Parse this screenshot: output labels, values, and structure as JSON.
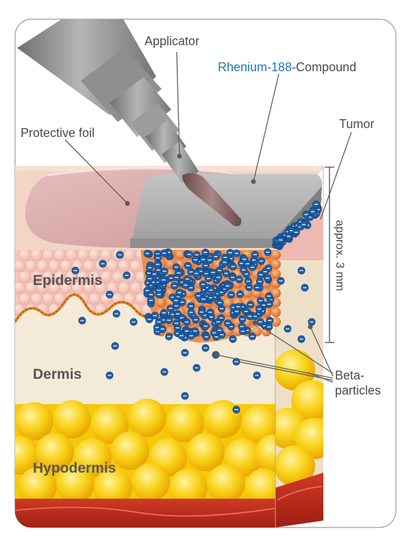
{
  "labels": {
    "applicator": "Applicator",
    "compound_isotope": "Rhenium-188",
    "compound_rest": "-Compound",
    "tumor": "Tumor",
    "protective_foil": "Protective foil",
    "depth": "approx. 3 mm",
    "epidermis": "Epidermis",
    "dermis": "Dermis",
    "hypodermis": "Hypodermis",
    "beta_line1": "Beta-",
    "beta_line2": "particles"
  },
  "colors": {
    "isotope_text": "#1f7ab8",
    "particle_blue": "#1e5fa8",
    "epidermis_pink": "#f2c4c0",
    "dermis_cream": "#f4ead8",
    "fat_yellow": "#f7c80a",
    "muscle_red": "#b8281c",
    "applicator_gray": "#8c8c8c",
    "compound_gray": "#a8a8a8"
  },
  "icons": [
    "applicator-icon",
    "protective-foil-shape",
    "compound-layer-shape",
    "tumor-shape",
    "beta-particle-icon"
  ]
}
